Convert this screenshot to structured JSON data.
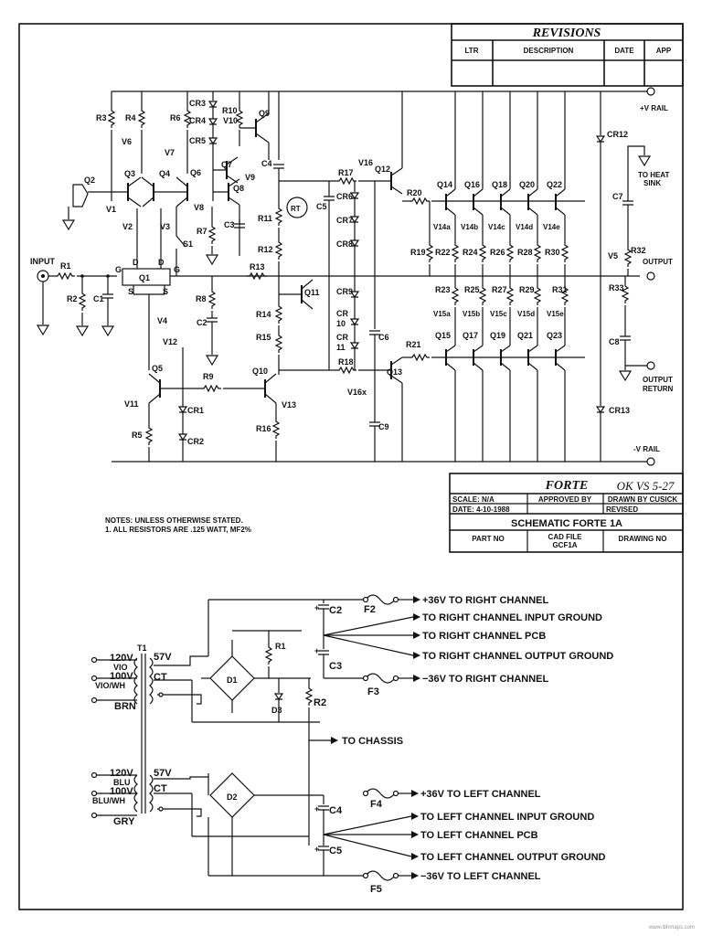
{
  "revisions": {
    "title": "REVISIONS",
    "columns": [
      "LTR",
      "DESCRIPTION",
      "DATE",
      "APP"
    ]
  },
  "title_block": {
    "title": "FORTE",
    "handwritten": "OK VS 5-27",
    "scale": "SCALE: N/A",
    "date": "DATE: 4-10-1988",
    "approved_by": "APPROVED BY",
    "drawn_by": "DRAWN BY CUSICK",
    "revised": "REVISED",
    "drawing_title": "SCHEMATIC FORTE 1A",
    "part_no": "PART NO",
    "cad_file_label": "CAD FILE",
    "cad_file": "GCF1A",
    "drawing_no": "DRAWING NO"
  },
  "notes": {
    "line1": "NOTES: UNLESS OTHERWISE STATED.",
    "line2": "1. ALL RESISTORS ARE .125 WATT, MF2%"
  },
  "amp_labels": {
    "input": "INPUT",
    "v_rail_pos": "+V RAIL",
    "v_rail_neg": "-V RAIL",
    "output": "OUTPUT",
    "output_return": "OUTPUT",
    "output_return2": "RETURN",
    "heat_sink": "TO HEAT",
    "heat_sink2": "SINK"
  },
  "components": {
    "R1": "R1",
    "R2": "R2",
    "C1": "C1",
    "Q1": "Q1",
    "Q2": "Q2",
    "Q3": "Q3",
    "Q4": "Q4",
    "Q5": "Q5",
    "Q6": "Q6",
    "Q7": "Q7",
    "Q8": "Q8",
    "Q9": "Q9",
    "Q10": "Q10",
    "Q11": "Q11",
    "Q12": "Q12",
    "Q13": "Q13",
    "R3": "R3",
    "R4": "R4",
    "R5": "R5",
    "R6": "R6",
    "R7": "R7",
    "R8": "R8",
    "R9": "R9",
    "R10": "R10",
    "R11": "R11",
    "R12": "R12",
    "R13": "R13",
    "R14": "R14",
    "R15": "R15",
    "R16": "R16",
    "R17": "R17",
    "R18": "R18",
    "R19": "R19",
    "R20": "R20",
    "R21": "R21",
    "R22": "R22",
    "R23": "R23",
    "R24": "R24",
    "R25": "R25",
    "R26": "R26",
    "R27": "R27",
    "R28": "R28",
    "R29": "R29",
    "R30": "R30",
    "R31": "R31",
    "R32": "R32",
    "R33": "R33",
    "C2": "C2",
    "C3": "C3",
    "C4": "C4",
    "C5": "C5",
    "C6": "C6",
    "C7": "C7",
    "C8": "C8",
    "C9": "C9",
    "CR1": "CR1",
    "CR2": "CR2",
    "CR3": "CR3",
    "CR4": "CR4",
    "CR5": "CR5",
    "CR6": "CR6",
    "CR7": "CR7",
    "CR8": "CR8",
    "CR9": "CR9",
    "CR10a": "CR",
    "CR10b": "10",
    "CR11a": "CR",
    "CR11b": "11",
    "CR12": "CR12",
    "CR13": "CR13",
    "V1": "V1",
    "V2": "V2",
    "V3": "V3",
    "V4": "V4",
    "V5": "V5",
    "V6": "V6",
    "V7": "V7",
    "V8": "V8",
    "V9": "V9",
    "V10": "V10",
    "V11": "V11",
    "V12": "V12",
    "V13": "V13",
    "V16": "V16",
    "V16x": "V16x",
    "RT1": "RT",
    "S1": "S1",
    "G1": "G",
    "G2": "G",
    "D1": "D",
    "D2": "D",
    "S1p": "S",
    "S2p": "S",
    "Q14": "Q14",
    "Q16": "Q16",
    "Q18": "Q18",
    "Q20": "Q20",
    "Q22": "Q22",
    "Q15": "Q15",
    "Q17": "Q17",
    "Q19": "Q19",
    "Q21": "Q21",
    "Q23": "Q23",
    "V14a": "V14a",
    "V14b": "V14b",
    "V14c": "V14c",
    "V14d": "V14d",
    "V14e": "V14e",
    "V15a": "V15a",
    "V15b": "V15b",
    "V15c": "V15c",
    "V15d": "V15d",
    "V15e": "V15e"
  },
  "psu": {
    "t1": "T1",
    "v120_top": "120V",
    "vio": "VIO",
    "v100_top": "100V",
    "vio_wh": "VIO/WH",
    "brn": "BRN",
    "v57_top": "57V",
    "ct_top": "CT",
    "d1": "D1",
    "d2": "D2",
    "r1": "R1",
    "r2": "R2",
    "d3": "D3",
    "c2": "C2",
    "c3": "C3",
    "c4": "C4",
    "c5": "C5",
    "f2": "F2",
    "f3": "F3",
    "f4": "F4",
    "f5": "F5",
    "v120_bot": "120V",
    "blu": "BLU",
    "v100_bot": "100V",
    "blu_wh": "BLU/WH",
    "gry": "GRY",
    "v57_bot": "57V",
    "ct_bot": "CT",
    "out1": "+36V TO RIGHT CHANNEL",
    "out2": "TO RIGHT CHANNEL INPUT GROUND",
    "out3": "TO RIGHT CHANNEL PCB",
    "out4": "TO RIGHT CHANNEL OUTPUT GROUND",
    "out5": "−36V TO RIGHT CHANNEL",
    "chassis": "TO CHASSIS",
    "out6": "+36V TO LEFT CHANNEL",
    "out7": "TO LEFT CHANNEL INPUT GROUND",
    "out8": "TO LEFT CHANNEL PCB",
    "out9": "TO LEFT CHANNEL OUTPUT GROUND",
    "out10": "−36V TO LEFT CHANNEL"
  },
  "watermark": "www.ibhmaps.com"
}
